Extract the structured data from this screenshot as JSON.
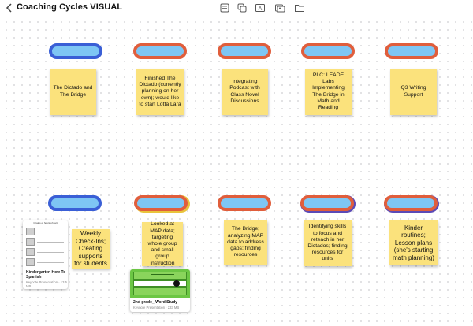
{
  "toolbar": {
    "title": "Coaching Cycles VISUAL",
    "icons": [
      "chevron-left-icon",
      "note-icon",
      "copy-icon",
      "text-box-icon",
      "media-icon",
      "folder-icon"
    ]
  },
  "colors": {
    "sticky": "#fbe27c",
    "pill_fill": "#7ec6f4",
    "pill_blue_border": "#3a5fd6",
    "pill_orange_border": "#e05e3c"
  },
  "stickies_top": [
    "The Dictado and The Bridge",
    "Finished The Dictado (currently planning on her own); would like to start Lotta Lara",
    "Integrating Podcast with Class Novel Discussions",
    "PLC: LEADE Labs Implementing The Bridge in Math and Reading",
    "Q3 Writing Support"
  ],
  "stickies_bottom": [
    "Weekly Check-Ins; Creating supports for students",
    "Looked at MAP data; targeting whole group and small group instruction",
    "The Bridge; analyzing MAP data to address gaps; finding resources",
    "Identifying skills to focus and reteach in her Dictados; finding resources for units",
    "Kinder routines; Lesson plans (she's starting math planning)"
  ],
  "files": [
    {
      "name": "Kindergarten How To Spanish",
      "meta": "Keynote Presentation · 13.5 MB",
      "thumb_heading": "Chains of hours of part"
    },
    {
      "name": "2nd grade_ Word Study",
      "meta": "Keynote Presentation · 233 MB"
    }
  ]
}
